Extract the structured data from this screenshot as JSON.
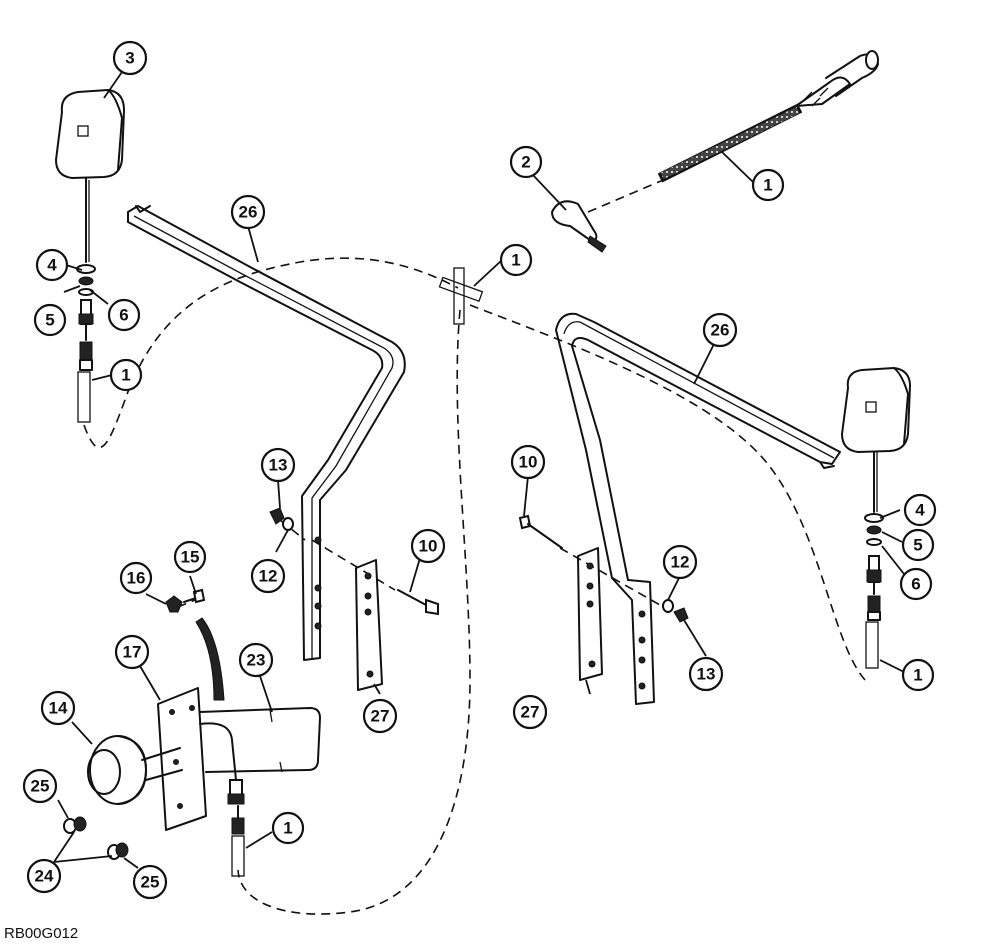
{
  "figure_id": "RB00G012",
  "callouts": {
    "c1a": "1",
    "c1b": "1",
    "c1c": "1",
    "c1d": "1",
    "c1e": "1",
    "c2": "2",
    "c3": "3",
    "c4a": "4",
    "c4b": "4",
    "c5a": "5",
    "c5b": "5",
    "c6a": "6",
    "c6b": "6",
    "c10a": "10",
    "c10b": "10",
    "c12a": "12",
    "c12b": "12",
    "c13a": "13",
    "c13b": "13",
    "c14": "14",
    "c15": "15",
    "c16": "16",
    "c17": "17",
    "c23": "23",
    "c24": "24",
    "c25a": "25",
    "c25b": "25",
    "c26a": "26",
    "c26b": "26",
    "c27a": "27",
    "c27b": "27"
  }
}
